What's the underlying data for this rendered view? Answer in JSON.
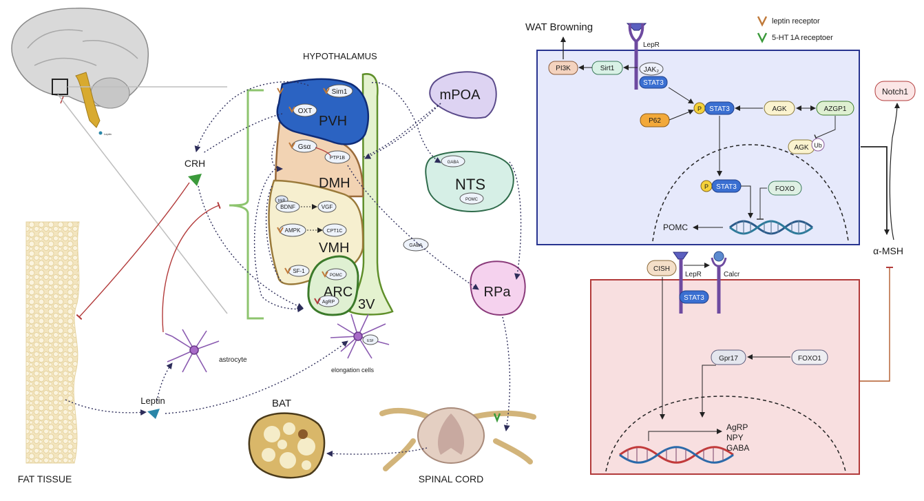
{
  "legend": {
    "leptin_receptor": "leptin receptor",
    "ht_receptor": "5-HT 1A receptoer"
  },
  "labels": {
    "hypothalamus": "HYPOTHALAMUS",
    "wat_browning": "WAT Browning",
    "crh": "CRH",
    "fat_tissue": "FAT TISSUE",
    "leptin": "Leptin",
    "astrocyte": "astrocyte",
    "elongation_cells": "elongation cells",
    "bat": "BAT",
    "spinal_cord": "SPINAL CORD",
    "brain_leptin": "Leptin"
  },
  "regions": {
    "pvh": "PVH",
    "dmh": "DMH",
    "vmh": "VMH",
    "arc": "ARC",
    "v3": "3V",
    "mpoa": "mPOA",
    "nts": "NTS",
    "rpa": "RPa"
  },
  "nodes": {
    "sim1": "Sim1",
    "oxt": "OXT",
    "gsa": "Gsα",
    "ptp1b": "PTP1B",
    "trkb": "trkB",
    "bdnf": "BDNF",
    "vgf": "VGF",
    "ampk": "AMPK",
    "cpt1c": "CPT1C",
    "sf1": "SF-1",
    "pomc_arc": "POMC",
    "agrp_arc": "AgRP",
    "nts_gaba": "GABA",
    "nts_pomc": "POMC",
    "gaba_mid": "GABA",
    "esf": "ESF"
  },
  "blue_panel": {
    "lepr": "LepR",
    "jak2": "JAK₂",
    "stat3_receptor": "STAT3",
    "sirt1": "Sirt1",
    "pi3k": "PI3K",
    "p": "P",
    "stat3_phos": "STAT3",
    "p62": "P62",
    "agk": "AGK",
    "azgp1": "AZGP1",
    "agk_ub": "AGK",
    "ub": "Ub",
    "p_nuc": "P",
    "stat3_nuc": "STAT3",
    "foxo": "FOXO",
    "pomc": "POMC"
  },
  "right_side": {
    "notch1": "Notch1",
    "amsh": "α-MSH"
  },
  "red_panel": {
    "cish": "CISH",
    "lepr": "LepR",
    "calcr": "Calcr",
    "stat3": "STAT3",
    "gpr17": "Gpr17",
    "foxo1": "FOXO1",
    "agrp": "AgRP ",
    "npy": "NPY ",
    "gaba": "GABA"
  },
  "colors": {
    "blue_panel_fill": "#e6e9fb",
    "blue_panel_border": "#27338f",
    "red_panel_fill": "#f8dfe0",
    "red_panel_border": "#b23a3a",
    "pvh": "#2b63c2",
    "dmh": "#f2d3b3",
    "vmh": "#f6efcf",
    "arc": "#dff0d2",
    "third_ventricle": "#e4f2cf",
    "mpoa": "#ddd3f2",
    "nts": "#d6efe6",
    "rpa": "#f5d2ee",
    "stat3": "#3a6fd1",
    "receptor_purple": "#6e4aa0",
    "leptin_receptor_legend": "#c07a3a",
    "ht_receptor_legend": "#3b9a3b"
  }
}
